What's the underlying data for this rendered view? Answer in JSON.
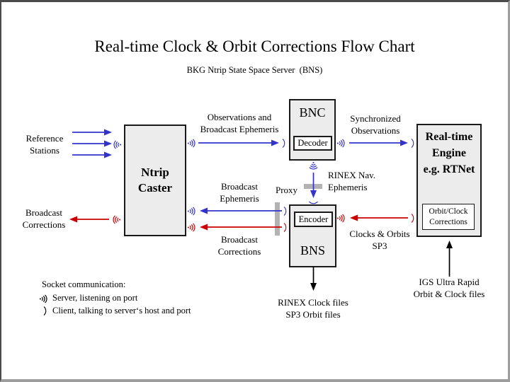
{
  "title": "Real-time Clock & Orbit Corrections Flow Chart",
  "subtitle": "BKG Ntrip State Space Server  (BNS)",
  "nodes": {
    "ntrip_caster": {
      "line1": "Ntrip",
      "line2": "Caster"
    },
    "bnc": {
      "title": "BNC",
      "sub": "Decoder"
    },
    "bns": {
      "title": "BNS",
      "sub": "Encoder"
    },
    "realtime_engine": {
      "line1": "Real-time",
      "line2": "Engine",
      "line3": "e.g. RTNet",
      "sub_line1": "Orbit/Clock",
      "sub_line2": "Corrections"
    }
  },
  "labels": {
    "reference_stations": {
      "line1": "Reference",
      "line2": "Stations"
    },
    "broadcast_corrections_left": {
      "line1": "Broadcast",
      "line2": "Corrections"
    },
    "observations_and_broadcast_ephemeris": {
      "line1": "Observations and",
      "line2": "Broadcast Ephemeris"
    },
    "synchronized_observations": {
      "line1": "Synchronized",
      "line2": "Observations"
    },
    "rinex_nav_ephemeris": {
      "line1": "RINEX Nav.",
      "line2": "Ephemeris"
    },
    "proxy": "Proxy",
    "broadcast_ephemeris_mid": {
      "line1": "Broadcast",
      "line2": "Ephemeris"
    },
    "broadcast_corrections_mid": {
      "line1": "Broadcast",
      "line2": "Corrections"
    },
    "clocks_and_orbits": {
      "line1": "Clocks & Orbits",
      "line2": "SP3"
    },
    "rinex_clock_files": {
      "line1": "RINEX Clock files",
      "line2": "SP3 Orbit files"
    },
    "igs_ultra_rapid": {
      "line1": "IGS Ultra Rapid",
      "line2": "Orbit & Clock files"
    }
  },
  "legend": {
    "title": "Socket communication:",
    "server": "Server, listening on port",
    "client": "Client, talking to server‘s host and port"
  },
  "colors": {
    "blue": "#3333cc",
    "red": "#cc0000",
    "node_fill": "#ececec",
    "proxy_bar": "#b3b3b3",
    "black": "#000000"
  }
}
